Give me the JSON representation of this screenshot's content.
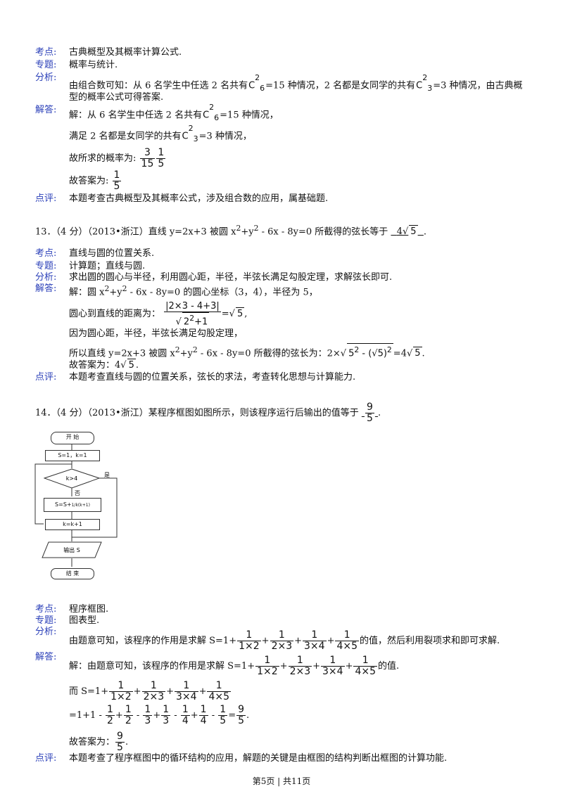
{
  "prev": {
    "kaodian_label": "考点:",
    "kaodian": "古典概型及其概率计算公式.",
    "zhuanti_label": "专题:",
    "zhuanti": "概率与统计.",
    "fenxi_label": "分析:",
    "fenxi_1a": "由组合数可知：从 6 名学生中任选 2 名共有",
    "fenxi_1b": "=15 种情况，2 名都是女同学的共有",
    "fenxi_1c": "=3 种情况，由古典概",
    "fenxi_2": "型的概率公式可得答案.",
    "jieda_label": "解答:",
    "jieda_1a": "解：从 6 名学生中任选 2 名共有",
    "jieda_1b": "=15 种情况，",
    "jieda_2a": "满足 2 名都是女同学的共有",
    "jieda_2b": "=3 种情况，",
    "jieda_3": "故所求的概率为:",
    "jieda_4": "故答案为:",
    "dianping_label": "点评:",
    "dianping": "本题考查古典概型及其概率公式，涉及组合数的应用，属基础题."
  },
  "q13": {
    "stem_a": "13．（4 分）（2013•浙江）直线 y=2x+3 被圆 x",
    "stem_b": "+y",
    "stem_c": " - 6x - 8y=0 所截得的弦长等于",
    "answer": "4",
    "kaodian": "直线与圆的位置关系.",
    "zhuanti": "计算题；直线与圆.",
    "fenxi": "求出圆的圆心与半径，利用圆心距，半径，半弦长满足勾股定理，求解弦长即可.",
    "jie_1a": "解：圆 x",
    "jie_1b": "+y",
    "jie_1c": " - 6x - 8y=0 的圆心坐标（3，4），半径为 5，",
    "jie_2": "圆心到直线的距离为：",
    "jie_2_num": "|2×3 - 4+3|",
    "jie_3": "因为圆心距，半径，半弦长满足勾股定理，",
    "jie_4a": "所以直线 y=2x+3 被圆 x",
    "jie_4b": "+y",
    "jie_4c": " - 6x - 8y=0 所截得的弦长为：2×",
    "jie_5": "故答案为：4",
    "dianping": "本题考查直线与圆的位置关系，弦长的求法，考查转化思想与计算能力."
  },
  "q14": {
    "stem": "14．（4 分）（2013•浙江）某程序框图如图所示，则该程序运行后输出的值等于",
    "fc": {
      "start": "开 始",
      "init": "S=1，k=1",
      "cond": "k>4",
      "yes": "是",
      "no": "否",
      "update": "S=S+",
      "inc": "k=k+1",
      "output": "输出 S",
      "end": "结 束"
    },
    "kaodian": "程序框图.",
    "zhuanti": "图表型.",
    "fenxi_a": "由题意可知，该程序的作用是求解 S=1+",
    "fenxi_b": "的值，然后利用裂项求和即可求解.",
    "jie_1a": "解：由题意可知，该程序的作用是求解 S=1+",
    "jie_1b": "的值.",
    "jie_2": "而 S=1+",
    "jie_3": "=1+1 -",
    "jie_4": "故答案为：",
    "dianping": "本题考查了程序框图中的循环结构的应用，解题的关键是由框图的结构判断出框图的计算功能."
  },
  "footer": "第5页 | 共11页"
}
